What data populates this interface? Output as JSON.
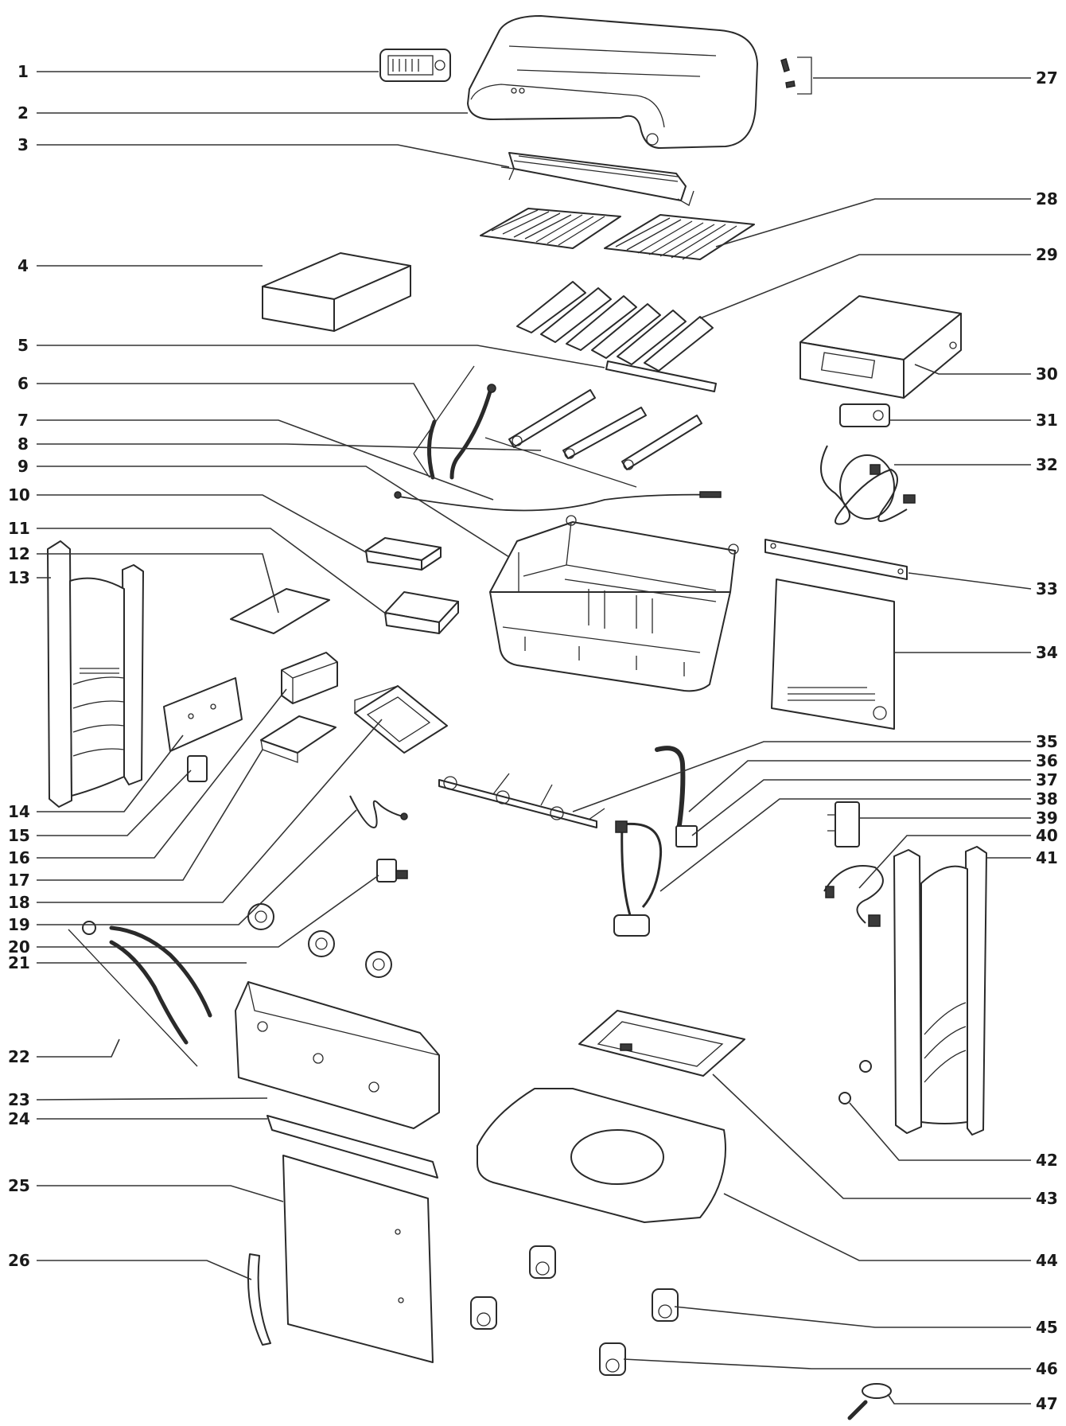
{
  "labels_left": [
    "1",
    "2",
    "3",
    "4",
    "5",
    "6",
    "7",
    "8",
    "9",
    "10",
    "11",
    "12",
    "13",
    "14",
    "15",
    "16",
    "17",
    "18",
    "19",
    "20",
    "21",
    "22",
    "23",
    "24",
    "25",
    "26"
  ],
  "labels_right": [
    "27",
    "28",
    "29",
    "30",
    "31",
    "32",
    "33",
    "34",
    "35",
    "36",
    "37",
    "38",
    "39",
    "40",
    "41",
    "42",
    "43",
    "44",
    "45",
    "46",
    "47"
  ]
}
